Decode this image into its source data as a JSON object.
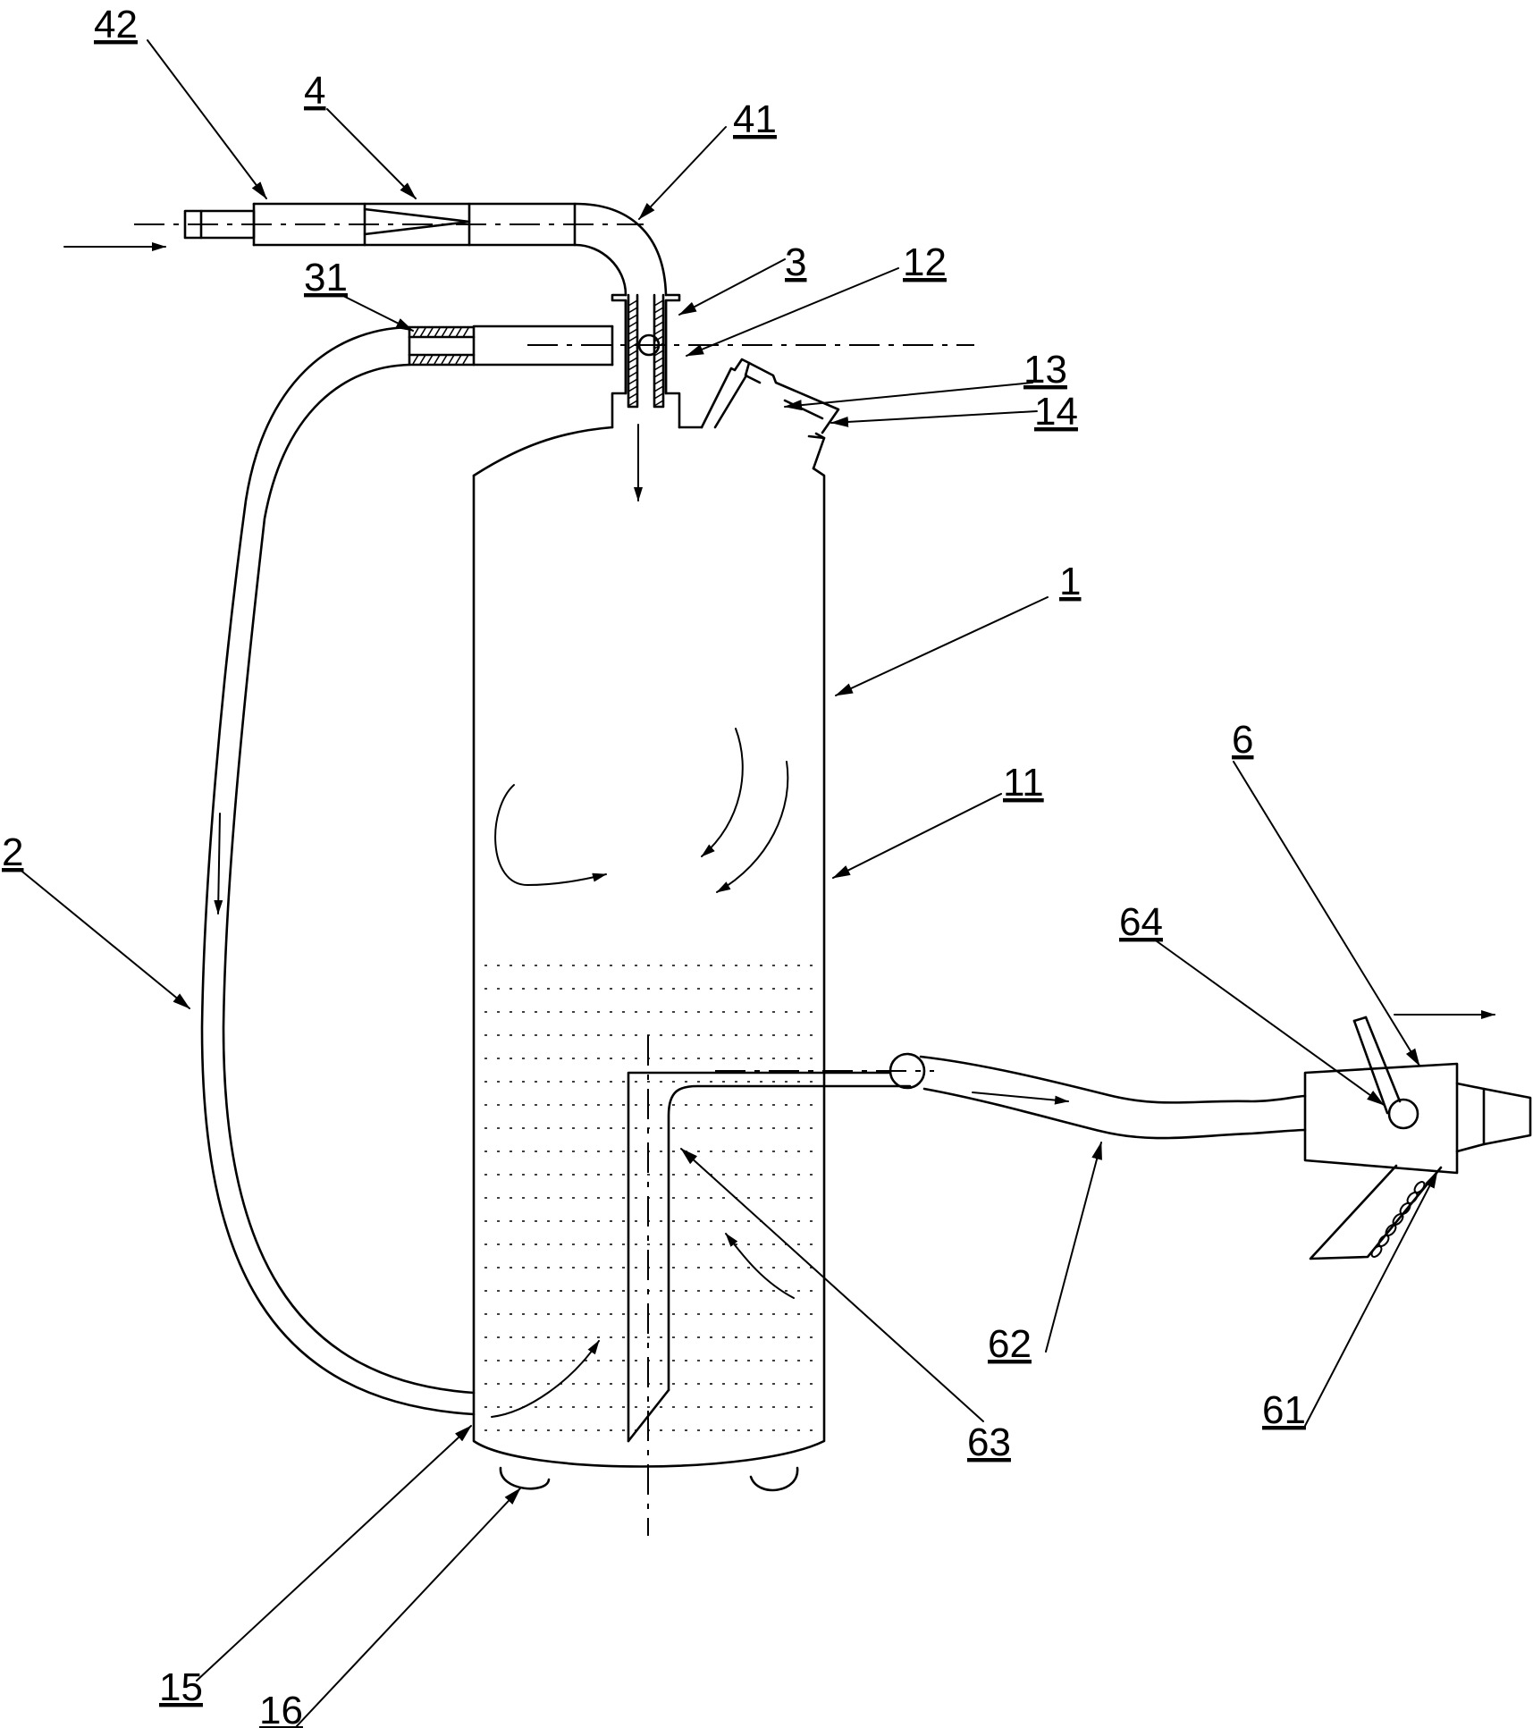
{
  "labels": {
    "l42": "42",
    "l4": "4",
    "l41": "41",
    "l3": "3",
    "l12": "12",
    "l31": "31",
    "l13": "13",
    "l14": "14",
    "l1": "1",
    "l11": "11",
    "l2": "2",
    "l6": "6",
    "l64": "64",
    "l62": "62",
    "l63": "63",
    "l61": "61",
    "l15": "15",
    "l16": "16"
  }
}
